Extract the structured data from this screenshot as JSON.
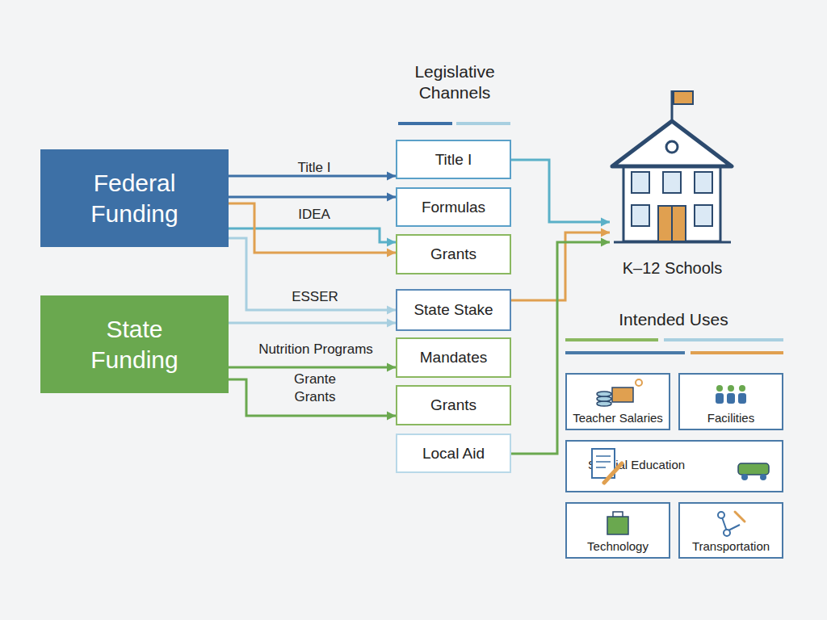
{
  "diagram": {
    "nodes": [
      {
        "text": [
          "Federal Funding"
        ]
      },
      {
        "text": [
          "State Funding"
        ]
      },
      {
        "text": [
          "Title I"
        ]
      },
      {
        "text": [
          "Formulas"
        ]
      },
      {
        "text": [
          "Grants"
        ]
      },
      {
        "text": [
          "State Stake"
        ]
      },
      {
        "text": [
          "Mandates"
        ]
      },
      {
        "text": [
          "Grants"
        ]
      },
      {
        "text": [
          "Local Aid"
        ]
      },
      {
        "text": [
          "K–12 Schools"
        ]
      },
      {
        "text": [
          "Teacher Salaries"
        ]
      },
      {
        "text": [
          "Facilities"
        ]
      },
      {
        "text": [
          "Special Education"
        ]
      },
      {
        "text": [
          "Technology"
        ]
      },
      {
        "text": [
          "Transportation"
        ]
      }
    ],
    "edges": [
      {
        "from": 0,
        "to": 2,
        "arrow": "to",
        "label": "Title I"
      },
      {
        "from": 0,
        "to": 3,
        "arrow": "to"
      },
      {
        "from": 0,
        "to": 4,
        "arrow": "to",
        "label": "IDEA"
      },
      {
        "from": 0,
        "to": 4,
        "arrow": "to"
      },
      {
        "from": 0,
        "to": 5,
        "arrow": "to",
        "label": "ESSER"
      },
      {
        "from": 1,
        "to": 5,
        "arrow": "to"
      },
      {
        "from": 1,
        "to": 6,
        "arrow": "to",
        "label": "Nutrition Programs"
      },
      {
        "from": 1,
        "to": 7,
        "arrow": "to",
        "label": "Grante Grants"
      },
      {
        "from": 2,
        "to": 9,
        "arrow": "to"
      },
      {
        "from": 5,
        "to": 9,
        "arrow": "to"
      },
      {
        "from": 8,
        "to": 9,
        "arrow": "to"
      }
    ],
    "labels": [
      "Legislative Channels",
      "Intended Uses"
    ]
  }
}
